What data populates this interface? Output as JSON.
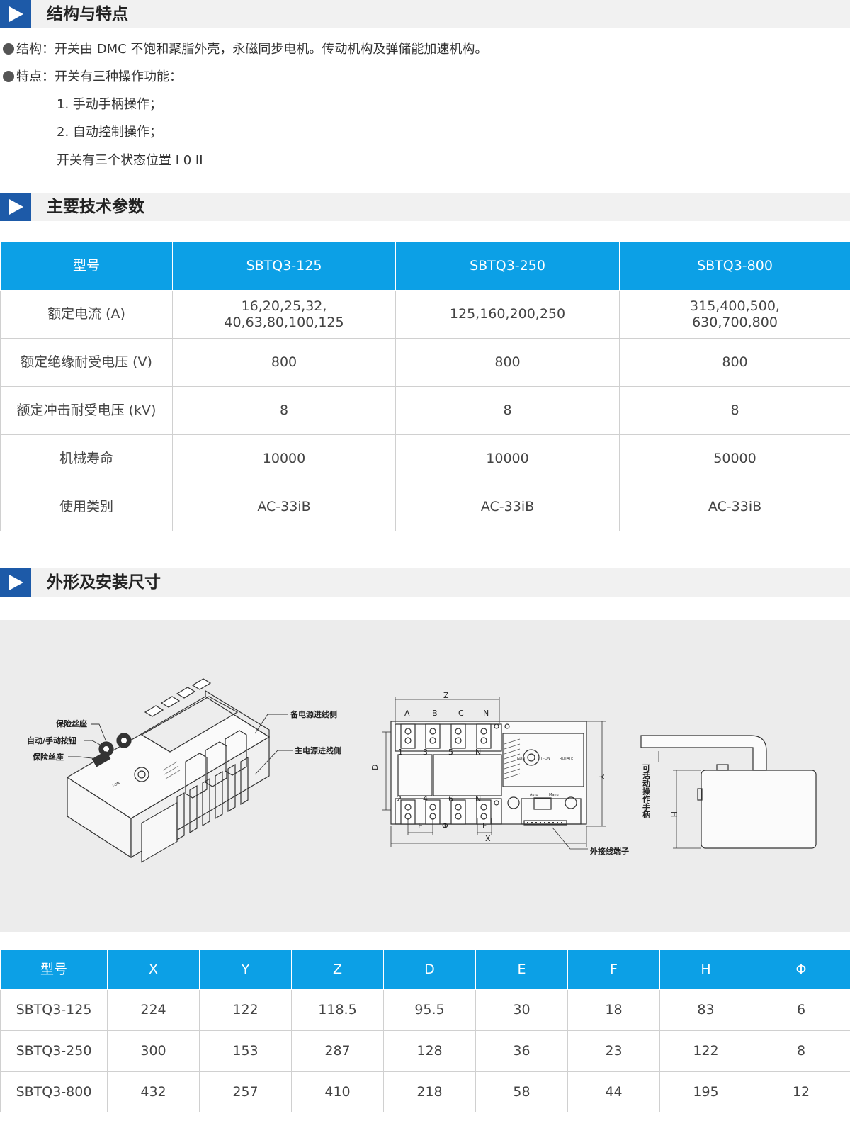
{
  "sections": {
    "s1": "结构与特点",
    "s2": "主要技术参数",
    "s3": "外形及安装尺寸"
  },
  "features": {
    "structure": "结构：开关由 DMC 不饱和聚脂外壳，永磁同步电机。传动机构及弹储能加速机构。",
    "trait": "特点：开关有三种操作功能：",
    "item1": "1. 手动手柄操作；",
    "item2": "2. 自动控制操作；",
    "states": "开关有三个状态位置 I 0 II"
  },
  "spec_table": {
    "headers": [
      "型号",
      "SBTQ3-125",
      "SBTQ3-250",
      "SBTQ3-800"
    ],
    "rows": [
      {
        "label": "额定电流 (A)",
        "v1a": "16,20,25,32,",
        "v1b": "40,63,80,100,125",
        "v2": "125,160,200,250",
        "v3a": "315,400,500,",
        "v3b": "630,700,800"
      },
      {
        "label": "额定绝缘耐受电压 (V)",
        "v1": "800",
        "v2": "800",
        "v3": "800"
      },
      {
        "label": "额定冲击耐受电压 (kV)",
        "v1": "8",
        "v2": "8",
        "v3": "8"
      },
      {
        "label": "机械寿命",
        "v1": "10000",
        "v2": "10000",
        "v3": "50000"
      },
      {
        "label": "使用类别",
        "v1": "AC-33iB",
        "v2": "AC-33iB",
        "v3": "AC-33iB"
      }
    ]
  },
  "diagram": {
    "fuse_top": "保险丝座",
    "auto_manual": "自动/手动按钮",
    "fuse_bottom": "保险丝座",
    "backup_side": "备电源进线侧",
    "main_side": "主电源进线侧",
    "ext_terminal": "外接线端子",
    "handle": "可活动操作手柄",
    "dim_z": "Z",
    "dim_d": "D",
    "dim_y": "Y",
    "dim_x": "X",
    "dim_e": "E",
    "dim_f": "F",
    "dim_phi": "Φ",
    "dim_h": "H",
    "pole_a": "A",
    "pole_b": "B",
    "pole_c": "C",
    "pole_n": "N",
    "t1": "1",
    "t3": "3",
    "t5": "5",
    "tn": "N",
    "t2": "2",
    "t4": "4",
    "t6": "6",
    "tn2": "N",
    "ion": "I-ON",
    "iion": "II-ON",
    "rotate": "ROTATE",
    "auto": "Auto",
    "manu": "Manu",
    "ion_panel": "I·ON"
  },
  "dim_table": {
    "headers": [
      "型号",
      "X",
      "Y",
      "Z",
      "D",
      "E",
      "F",
      "H",
      "Φ"
    ],
    "rows": [
      [
        "SBTQ3-125",
        "224",
        "122",
        "118.5",
        "95.5",
        "30",
        "18",
        "83",
        "6"
      ],
      [
        "SBTQ3-250",
        "300",
        "153",
        "287",
        "128",
        "36",
        "23",
        "122",
        "8"
      ],
      [
        "SBTQ3-800",
        "432",
        "257",
        "410",
        "218",
        "58",
        "44",
        "195",
        "12"
      ]
    ]
  }
}
